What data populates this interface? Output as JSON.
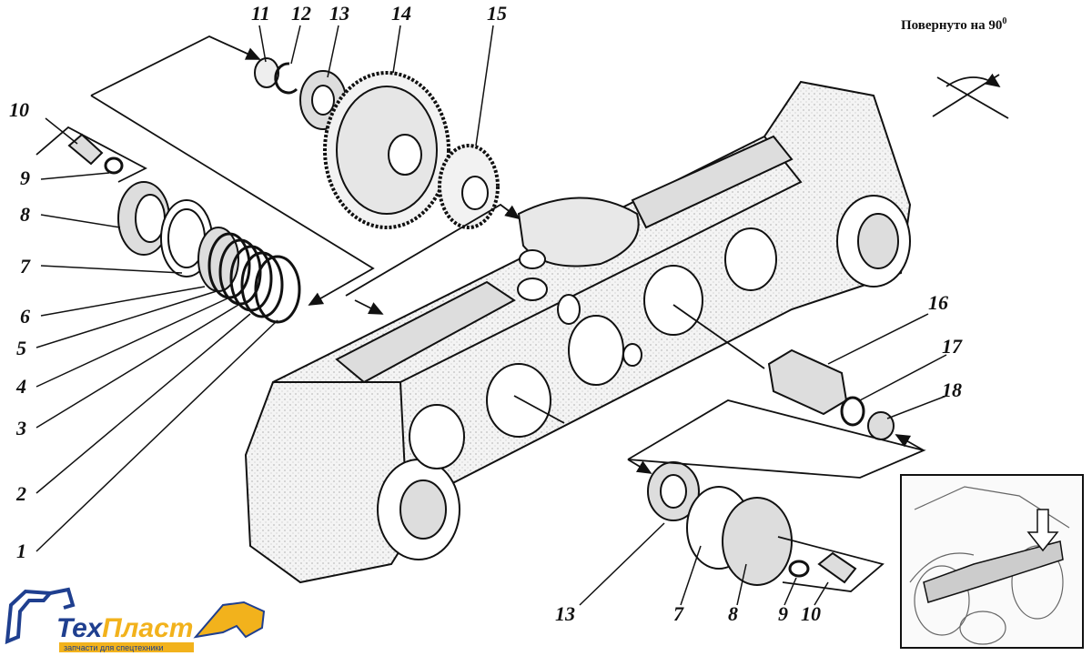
{
  "note": {
    "text": "Повернуто на 90",
    "sup": "0"
  },
  "callouts": [
    {
      "text": "11"
    },
    {
      "text": "12"
    },
    {
      "text": "13"
    },
    {
      "text": "14"
    },
    {
      "text": "15"
    },
    {
      "text": "10"
    },
    {
      "text": "9"
    },
    {
      "text": "8"
    },
    {
      "text": "7"
    },
    {
      "text": "6"
    },
    {
      "text": "5"
    },
    {
      "text": "4"
    },
    {
      "text": "3"
    },
    {
      "text": "2"
    },
    {
      "text": "1"
    },
    {
      "text": "16"
    },
    {
      "text": "17"
    },
    {
      "text": "18"
    },
    {
      "text": "13"
    },
    {
      "text": "7"
    },
    {
      "text": "8"
    },
    {
      "text": "9"
    },
    {
      "text": "10"
    }
  ],
  "logo": {
    "name_left": "Тех",
    "name_right": "Пласт",
    "tagline": "запчасти для спецтехники",
    "color_dark": "#1f3f8f",
    "color_accent": "#f2b21c"
  }
}
